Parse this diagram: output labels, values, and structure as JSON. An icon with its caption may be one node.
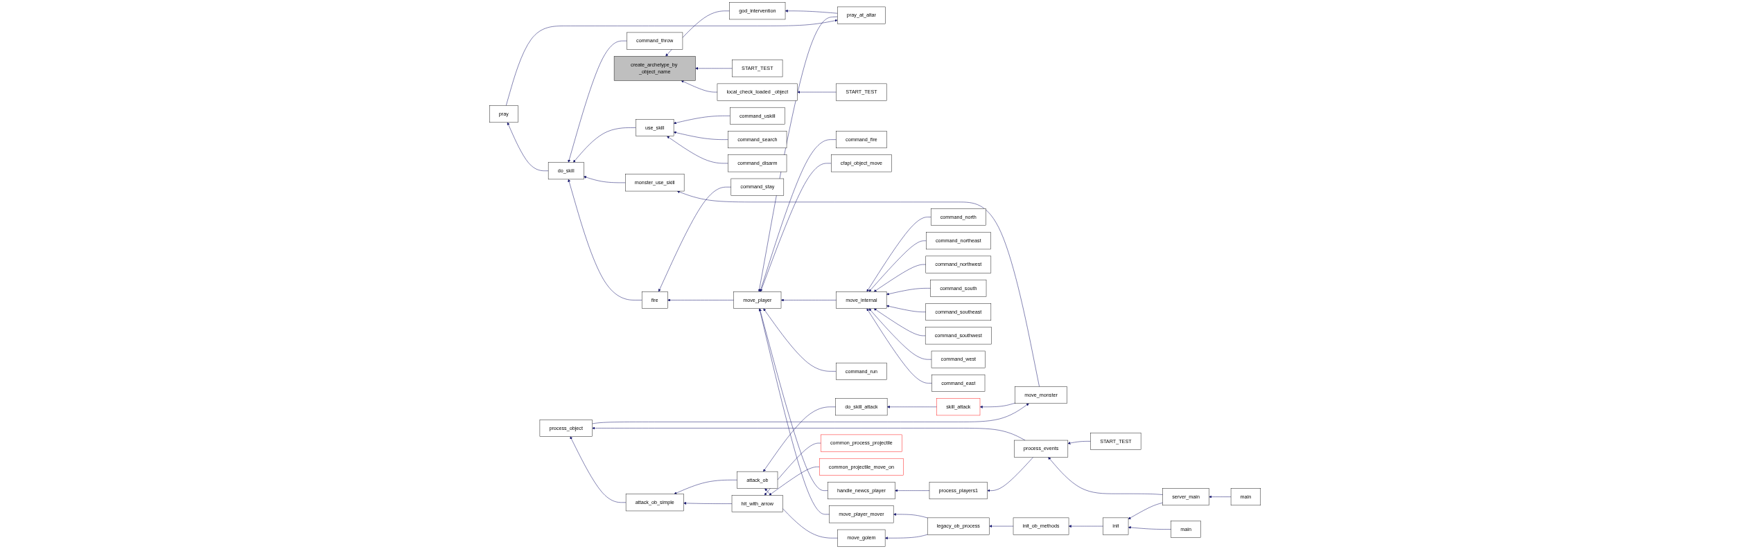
{
  "diagram": {
    "nodes": [
      {
        "text": [
          "create_archetype_by _object_name"
        ]
      },
      {
        "text": [
          "god_intervention"
        ]
      },
      {
        "text": [
          "local_check_loaded _object"
        ]
      },
      {
        "text": [
          "START_TEST"
        ]
      },
      {
        "text": [
          "pray_at_altar"
        ]
      },
      {
        "text": [
          "START_TEST"
        ]
      },
      {
        "text": [
          "pray"
        ]
      },
      {
        "text": [
          "move_player"
        ]
      },
      {
        "text": [
          "do_skill"
        ]
      },
      {
        "text": [
          "command_throw"
        ]
      },
      {
        "text": [
          "use_skill"
        ]
      },
      {
        "text": [
          "monster_use_skill"
        ]
      },
      {
        "text": [
          "fire"
        ]
      },
      {
        "text": [
          "command_uskill"
        ]
      },
      {
        "text": [
          "command_search"
        ]
      },
      {
        "text": [
          "command_disarm"
        ]
      },
      {
        "text": [
          "move_monster"
        ]
      },
      {
        "text": [
          "command_stay"
        ]
      },
      {
        "text": [
          "command_fire"
        ]
      },
      {
        "text": [
          "cfapi_object_move"
        ]
      },
      {
        "text": [
          "handle_newcs_player"
        ]
      },
      {
        "text": [
          "move_internal"
        ]
      },
      {
        "text": [
          "command_run"
        ]
      },
      {
        "text": [
          "process_object"
        ]
      },
      {
        "text": [
          "process_players1"
        ]
      },
      {
        "text": [
          "move_player_mover"
        ]
      },
      {
        "text": [
          "command_north"
        ]
      },
      {
        "text": [
          "command_northeast"
        ]
      },
      {
        "text": [
          "command_northwest"
        ]
      },
      {
        "text": [
          "command_south"
        ]
      },
      {
        "text": [
          "command_southeast"
        ]
      },
      {
        "text": [
          "command_southwest"
        ]
      },
      {
        "text": [
          "command_west"
        ]
      },
      {
        "text": [
          "command_east"
        ]
      },
      {
        "text": [
          "attack_ob_simple"
        ]
      },
      {
        "text": [
          "process_events"
        ]
      },
      {
        "text": [
          "attack_ob"
        ]
      },
      {
        "text": [
          "hit_with_arrow"
        ]
      },
      {
        "text": [
          "START_TEST"
        ]
      },
      {
        "text": [
          "do_skill_attack"
        ]
      },
      {
        "text": [
          "move_golem"
        ]
      },
      {
        "text": [
          "common_process_projectile"
        ]
      },
      {
        "text": [
          "common_projectile_move_on"
        ]
      },
      {
        "text": [
          "legacy_ob_process"
        ]
      },
      {
        "text": [
          "skill_attack"
        ]
      },
      {
        "text": [
          "init_ob_methods"
        ]
      },
      {
        "text": [
          "init"
        ]
      },
      {
        "text": [
          "server_main"
        ]
      },
      {
        "text": [
          "main"
        ]
      },
      {
        "text": [
          "main"
        ]
      }
    ],
    "edges": [
      {
        "from": 1,
        "to": 0,
        "arrow": "to"
      },
      {
        "from": 2,
        "to": 0,
        "arrow": "to"
      },
      {
        "from": 3,
        "to": 0,
        "arrow": "to"
      },
      {
        "from": 4,
        "to": 1,
        "arrow": "to"
      },
      {
        "from": 5,
        "to": 2,
        "arrow": "to"
      },
      {
        "from": 6,
        "to": 4,
        "arrow": "to"
      },
      {
        "from": 4,
        "to": 7,
        "arrow": "to"
      },
      {
        "from": 8,
        "to": 6,
        "arrow": "to"
      },
      {
        "from": 9,
        "to": 8,
        "arrow": "to"
      },
      {
        "from": 10,
        "to": 8,
        "arrow": "to"
      },
      {
        "from": 11,
        "to": 8,
        "arrow": "to"
      },
      {
        "from": 12,
        "to": 8,
        "arrow": "to"
      },
      {
        "from": 13,
        "to": 10,
        "arrow": "to"
      },
      {
        "from": 14,
        "to": 10,
        "arrow": "to"
      },
      {
        "from": 15,
        "to": 10,
        "arrow": "to"
      },
      {
        "from": 16,
        "to": 11,
        "arrow": "to"
      },
      {
        "from": 17,
        "to": 12,
        "arrow": "to"
      },
      {
        "from": 7,
        "to": 12,
        "arrow": "to"
      },
      {
        "from": 18,
        "to": 7,
        "arrow": "to"
      },
      {
        "from": 19,
        "to": 7,
        "arrow": "to"
      },
      {
        "from": 25,
        "to": 7,
        "arrow": "to"
      },
      {
        "from": 20,
        "to": 7,
        "arrow": "to"
      },
      {
        "from": 21,
        "to": 7,
        "arrow": "to"
      },
      {
        "from": 22,
        "to": 7,
        "arrow": "to"
      },
      {
        "from": 16,
        "to": 44,
        "arrow": "to"
      },
      {
        "from": 23,
        "to": 16,
        "arrow": "to"
      },
      {
        "from": 34,
        "to": 23,
        "arrow": "to"
      },
      {
        "from": 35,
        "to": 23,
        "arrow": "to"
      },
      {
        "from": 24,
        "to": 20,
        "arrow": "to"
      },
      {
        "from": 26,
        "to": 21,
        "arrow": "to"
      },
      {
        "from": 27,
        "to": 21,
        "arrow": "to"
      },
      {
        "from": 28,
        "to": 21,
        "arrow": "to"
      },
      {
        "from": 29,
        "to": 21,
        "arrow": "to"
      },
      {
        "from": 30,
        "to": 21,
        "arrow": "to"
      },
      {
        "from": 31,
        "to": 21,
        "arrow": "to"
      },
      {
        "from": 32,
        "to": 21,
        "arrow": "to"
      },
      {
        "from": 33,
        "to": 21,
        "arrow": "to"
      },
      {
        "from": 36,
        "to": 34,
        "arrow": "to"
      },
      {
        "from": 37,
        "to": 34,
        "arrow": "to"
      },
      {
        "from": 35,
        "to": 24,
        "arrow": "to"
      },
      {
        "from": 43,
        "to": 25,
        "arrow": "to"
      },
      {
        "from": 38,
        "to": 35,
        "arrow": "to"
      },
      {
        "from": 47,
        "to": 35,
        "arrow": "to"
      },
      {
        "from": 39,
        "to": 36,
        "arrow": "to"
      },
      {
        "from": 40,
        "to": 36,
        "arrow": "to"
      },
      {
        "from": 41,
        "to": 37,
        "arrow": "to"
      },
      {
        "from": 42,
        "to": 37,
        "arrow": "to"
      },
      {
        "from": 44,
        "to": 39,
        "arrow": "to"
      },
      {
        "from": 43,
        "to": 40,
        "arrow": "to"
      },
      {
        "from": 45,
        "to": 43,
        "arrow": "to"
      },
      {
        "from": 46,
        "to": 45,
        "arrow": "to"
      },
      {
        "from": 48,
        "to": 46,
        "arrow": "to"
      },
      {
        "from": 47,
        "to": 46,
        "arrow": "to"
      },
      {
        "from": 49,
        "to": 47,
        "arrow": "to"
      }
    ]
  }
}
